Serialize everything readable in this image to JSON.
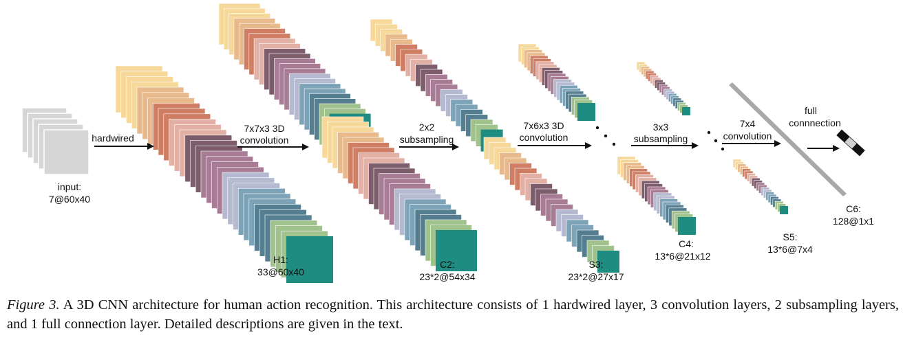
{
  "diagram": {
    "stack_colors": [
      "#f6d89a",
      "#e8b98b",
      "#cf7e63",
      "#e2b0a5",
      "#7d5d6c",
      "#a87c95",
      "#b5bad1",
      "#7da3b8",
      "#557f90",
      "#a0c28c",
      "#1e8c80"
    ],
    "input_color": "#d6d6d6",
    "full_bar_color": "#a8a8a8",
    "labels": {
      "input_name": "input:",
      "input_size": "7@60x40",
      "h1_name": "H1:",
      "h1_size": "33@60x40",
      "c2_name": "C2:",
      "c2_size": "23*2@54x34",
      "s3_name": "S3:",
      "s3_size": "23*2@27x17",
      "c4_name": "C4:",
      "c4_size": "13*6@21x12",
      "s5_name": "S5:",
      "s5_size": "13*6@7x4",
      "c6_name": "C6:",
      "c6_size": "128@1x1"
    },
    "ops": {
      "hardwired": "hardwired",
      "conv1_line1": "7x7x3 3D",
      "conv1_line2": "convolution",
      "sub1_line1": "2x2",
      "sub1_line2": "subsampling",
      "conv2_line1": "7x6x3 3D",
      "conv2_line2": "convolution",
      "sub2_line1": "3x3",
      "sub2_line2": "subsampling",
      "conv3_line1": "7x4",
      "conv3_line2": "convolution",
      "full_line1": "full",
      "full_line2": "connnection"
    }
  },
  "caption": {
    "label": "Figure 3.",
    "text": "A 3D CNN architecture for human action recognition. This architecture consists of 1 hardwired layer, 3 convolution layers, 2 subsampling layers, and 1 full connection layer. Detailed descriptions are given in the text."
  }
}
